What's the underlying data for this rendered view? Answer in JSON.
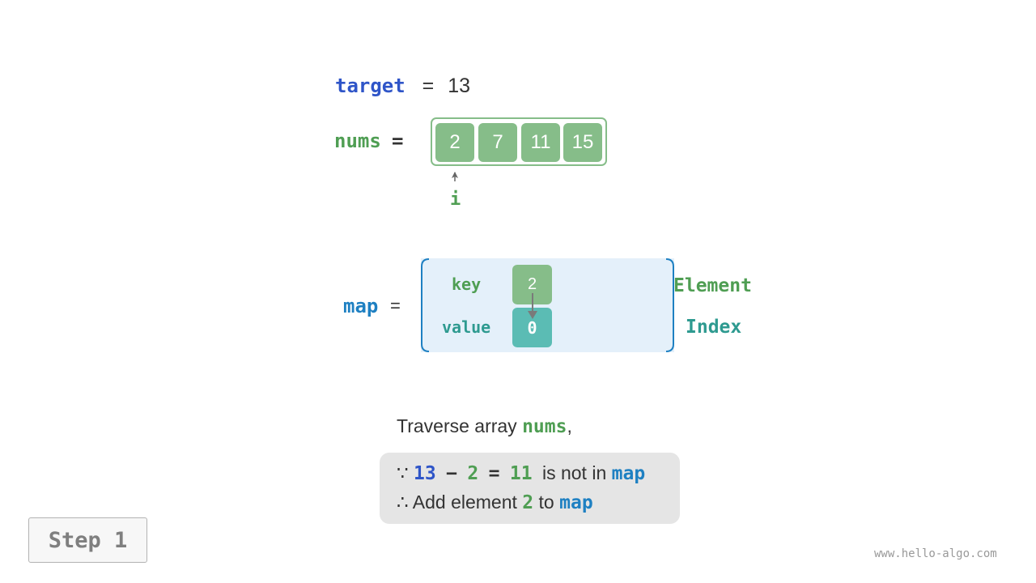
{
  "target": {
    "keyword": "target",
    "operator": "=",
    "value": "13"
  },
  "nums": {
    "label": "nums",
    "operator": "=",
    "values": [
      "2",
      "7",
      "11",
      "15"
    ]
  },
  "pointer": {
    "label": "i"
  },
  "map": {
    "label": "map",
    "operator": "=",
    "key_label": "key",
    "value_label": "value",
    "key_cell": "2",
    "value_cell": "0",
    "element_label": "Element",
    "index_label": "Index"
  },
  "explanation": {
    "intro_text": "Traverse array ",
    "intro_var": "nums",
    "intro_comma": ",",
    "line1": {
      "because": "∵",
      "target": "13",
      "minus": "−",
      "num": "2",
      "equals": "=",
      "result": "11",
      "text": "is not in",
      "map": "map"
    },
    "line2": {
      "therefore": "∴",
      "text": "Add element",
      "num": "2",
      "to": "to",
      "map": "map"
    }
  },
  "step": {
    "label": "Step 1"
  },
  "watermark": "www.hello-algo.com",
  "colors": {
    "green": "#86bd89",
    "teal": "#5bbcb4",
    "blue": "#2f55c8",
    "map_blue": "#1e80c2",
    "map_bg": "#e4f0fa",
    "explain_bg": "#e5e5e5"
  }
}
